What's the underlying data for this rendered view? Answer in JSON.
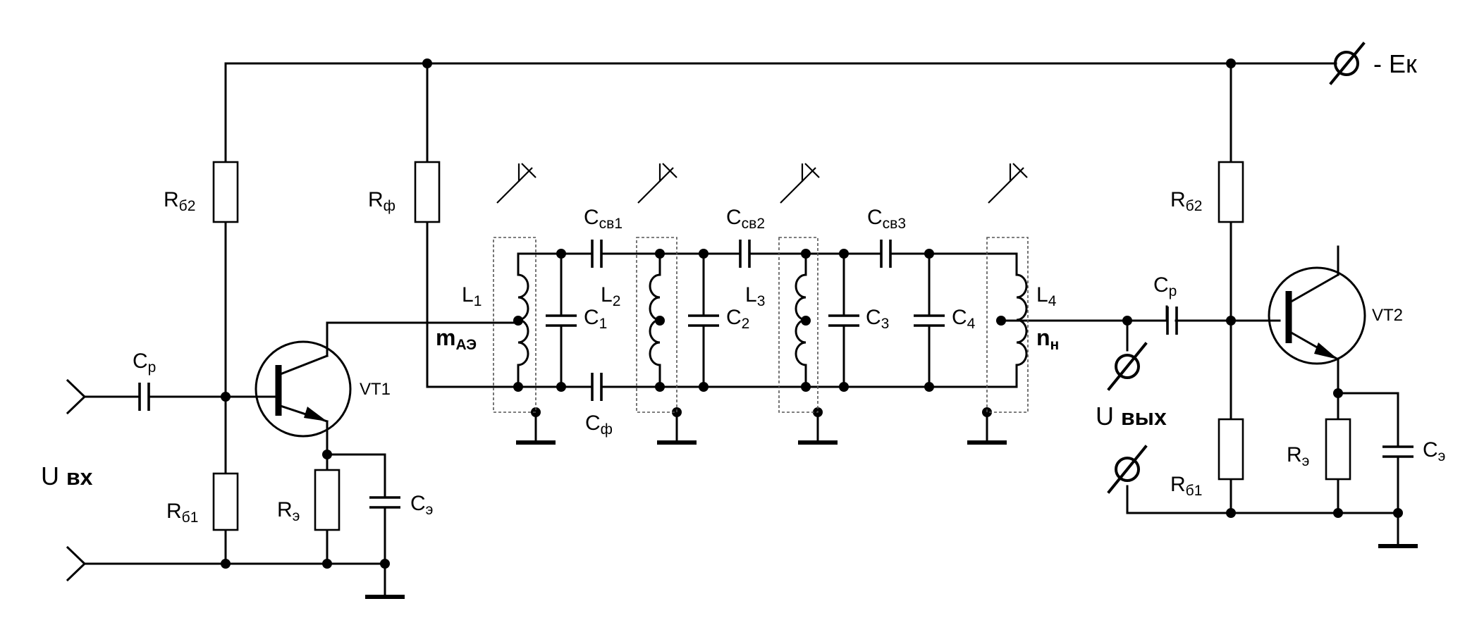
{
  "supply": {
    "label": "- Ек"
  },
  "input": {
    "label_u": "U",
    "label_sub": "вх"
  },
  "output": {
    "label_u": "U",
    "label_sub": "вых"
  },
  "stage1": {
    "cp": {
      "main": "C",
      "sub": "р"
    },
    "rb2": {
      "main": "R",
      "sub": "б2"
    },
    "rb1": {
      "main": "R",
      "sub": "б1"
    },
    "re": {
      "main": "R",
      "sub": "э"
    },
    "ce": {
      "main": "C",
      "sub": "э"
    },
    "transistor": "VT1",
    "rf": {
      "main": "R",
      "sub": "ф"
    }
  },
  "filter": {
    "inductors": [
      {
        "main": "L",
        "sub": "1"
      },
      {
        "main": "L",
        "sub": "2"
      },
      {
        "main": "L",
        "sub": "3"
      },
      {
        "main": "L",
        "sub": "4"
      }
    ],
    "caps": [
      {
        "main": "C",
        "sub": "1"
      },
      {
        "main": "C",
        "sub": "2"
      },
      {
        "main": "C",
        "sub": "3"
      },
      {
        "main": "C",
        "sub": "4"
      }
    ],
    "couplings": [
      {
        "main": "C",
        "sub": "св1"
      },
      {
        "main": "C",
        "sub": "св2"
      },
      {
        "main": "C",
        "sub": "св3"
      }
    ],
    "cf": {
      "main": "C",
      "sub": "ф"
    },
    "m": {
      "main": "m",
      "sub": "АЭ"
    },
    "n": {
      "main": "n",
      "sub": "н"
    }
  },
  "stage2": {
    "cp": {
      "main": "C",
      "sub": "р"
    },
    "rb2": {
      "main": "R",
      "sub": "б2"
    },
    "rb1": {
      "main": "R",
      "sub": "б1"
    },
    "re": {
      "main": "R",
      "sub": "э"
    },
    "ce": {
      "main": "C",
      "sub": "э"
    },
    "transistor": "VT2"
  }
}
